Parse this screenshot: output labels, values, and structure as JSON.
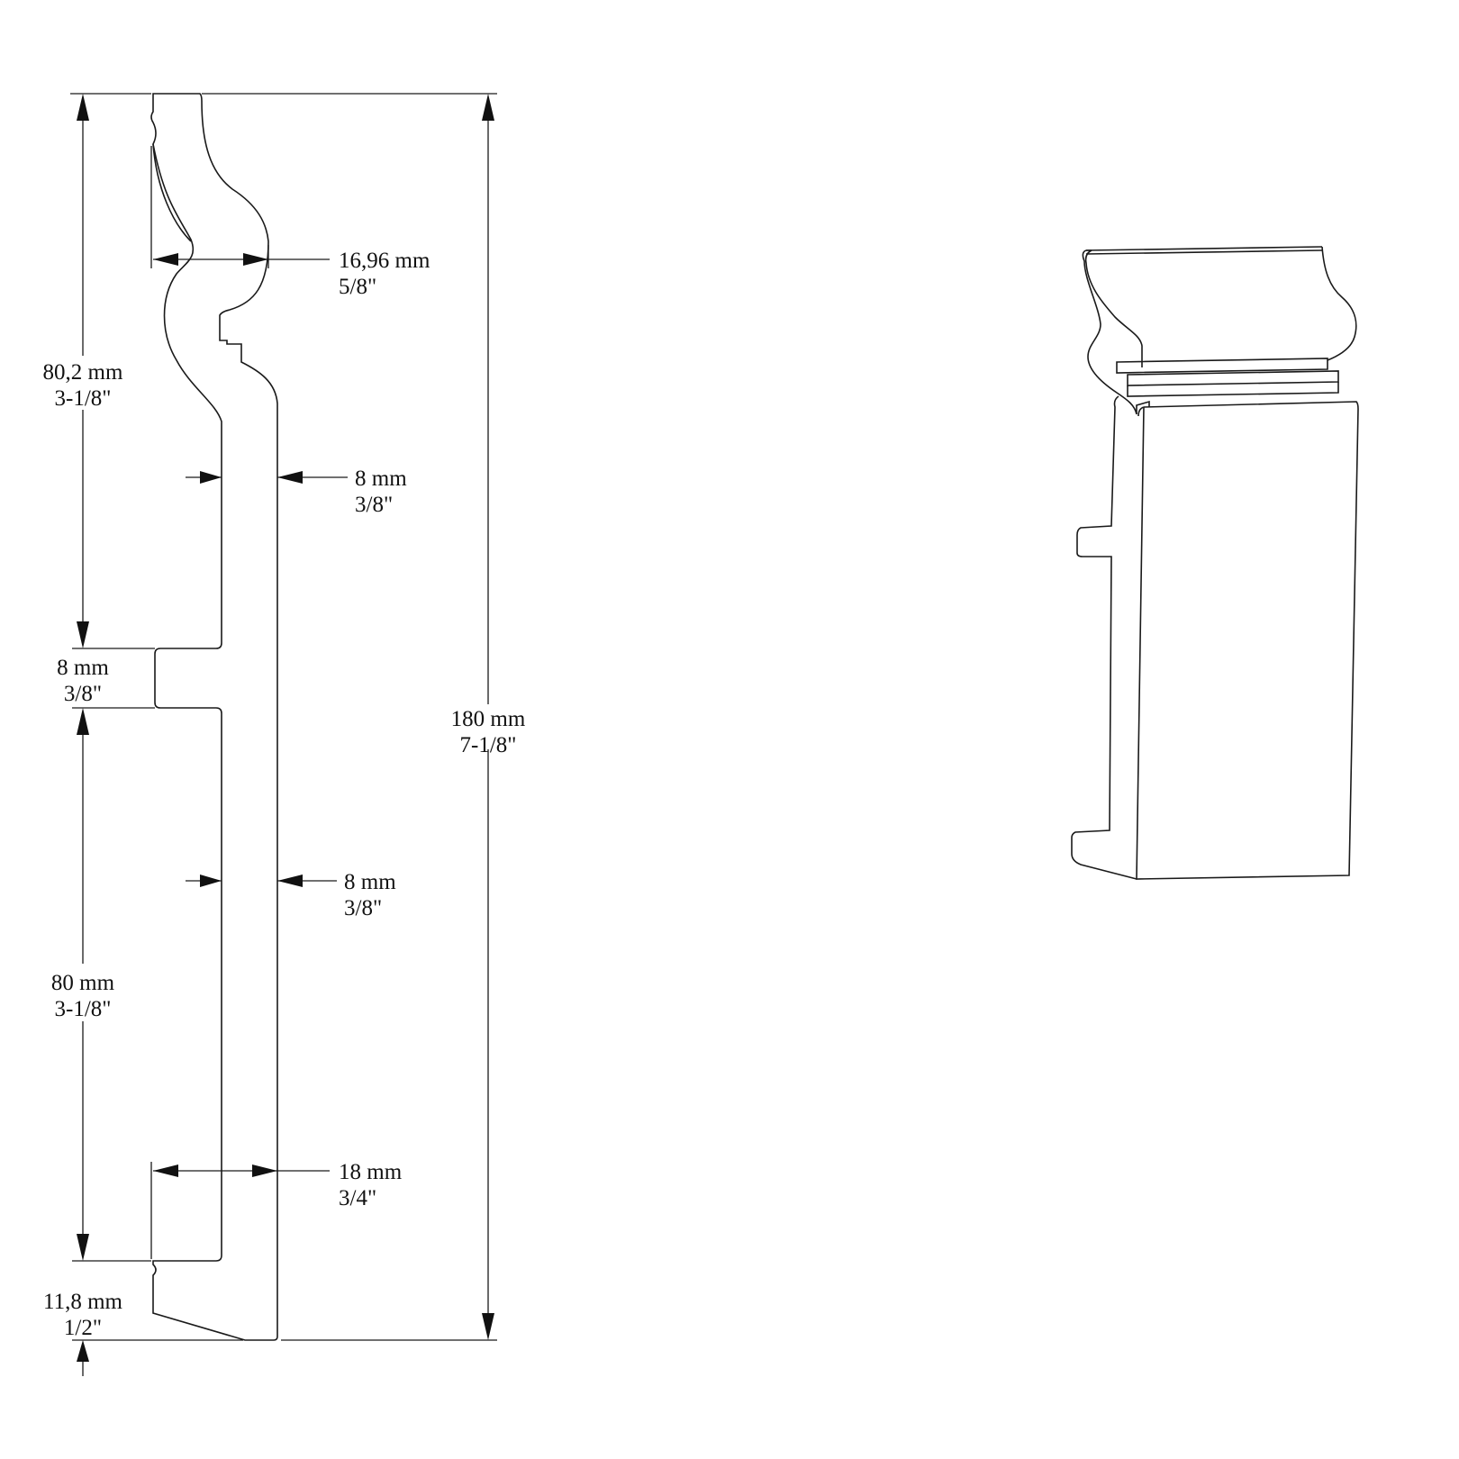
{
  "colors": {
    "ink": "#1a1a1a",
    "background": "#ffffff"
  },
  "dimensions": {
    "total_height": {
      "mm": "180 mm",
      "inch": "7-1/8\""
    },
    "upper_section": {
      "mm": "80,2 mm",
      "inch": "3-1/8\""
    },
    "lower_section": {
      "mm": "80 mm",
      "inch": "3-1/8\""
    },
    "groove": {
      "mm": "8 mm",
      "inch": "3/8\""
    },
    "base_lip": {
      "mm": "11,8 mm",
      "inch": "1/2\""
    },
    "profile_depth": {
      "mm": "16,96 mm",
      "inch": "5/8\""
    },
    "wall_upper": {
      "mm": "8 mm",
      "inch": "3/8\""
    },
    "wall_lower": {
      "mm": "8 mm",
      "inch": "3/8\""
    },
    "overall_thickness": {
      "mm": "18 mm",
      "inch": "3/4\""
    }
  }
}
